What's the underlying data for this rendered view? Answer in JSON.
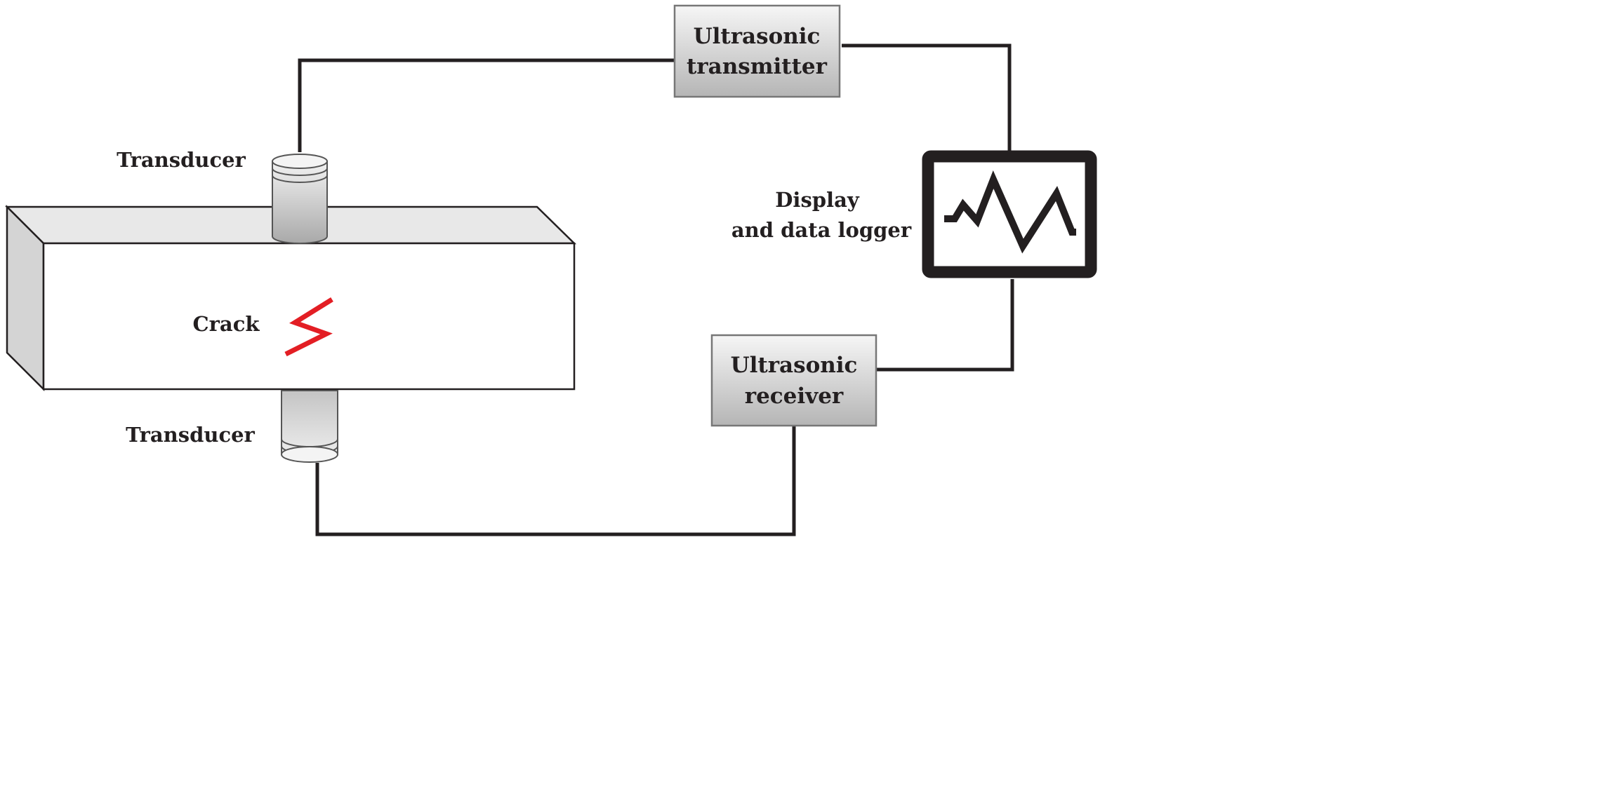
{
  "diagram": {
    "nodes": {
      "transmitter": {
        "line1": "Ultrasonic",
        "line2": "transmitter"
      },
      "receiver": {
        "line1": "Ultrasonic",
        "line2": "receiver"
      },
      "display": {
        "line1": "Display",
        "line2": "and data logger"
      },
      "transducer_top": {
        "label": "Transducer"
      },
      "transducer_bottom": {
        "label": "Transducer"
      },
      "crack": {
        "label": "Crack"
      }
    },
    "edges": [
      {
        "from": "transducer_top",
        "to": "transmitter"
      },
      {
        "from": "transmitter",
        "to": "display"
      },
      {
        "from": "display",
        "to": "receiver"
      },
      {
        "from": "receiver",
        "to": "transducer_bottom"
      }
    ],
    "colors": {
      "outline": "#231f20",
      "box_fill_top": "#f4f4f4",
      "box_fill_bottom": "#b9b9b9",
      "box_border": "#7a7a7a",
      "beam_top_face": "#e8e8e8",
      "beam_side_face": "#d4d4d4",
      "crack": "#e31e24"
    }
  }
}
